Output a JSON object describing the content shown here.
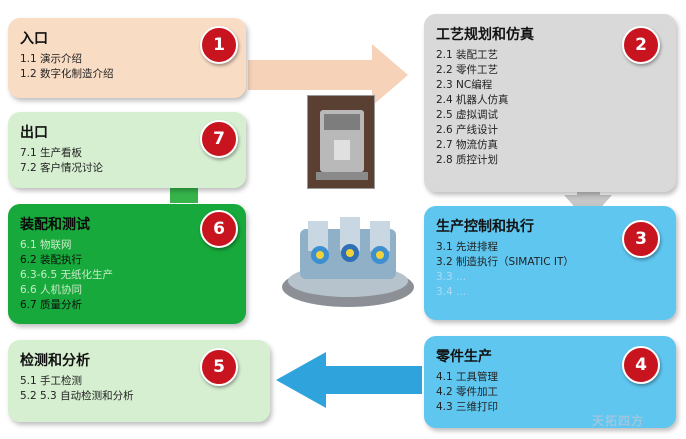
{
  "boxes": {
    "b1": {
      "badge": "1",
      "title": "入口",
      "items": [
        "1.1 演示介绍",
        "1.2 数字化制造介绍"
      ]
    },
    "b2": {
      "badge": "2",
      "title": "工艺规划和仿真",
      "items": [
        "2.1 装配工艺",
        "2.2 零件工艺",
        "2.3 NC编程",
        "2.4 机器人仿真",
        "2.5 虚拟调试",
        "2.6 产线设计",
        "2.7 物流仿真",
        "2.8 质控计划"
      ]
    },
    "b3": {
      "badge": "3",
      "title": "生产控制和执行",
      "items": [
        "3.1 先进排程",
        "3.2 制造执行（SIMATIC IT）"
      ],
      "faded_items": [
        "3.3 ...",
        "3.4 ..."
      ]
    },
    "b4": {
      "badge": "4",
      "title": "零件生产",
      "items": [
        "4.1 工具管理",
        "4.2 零件加工",
        "4.3 三维打印"
      ]
    },
    "b5": {
      "badge": "5",
      "title": "检测和分析",
      "items": [
        "5.1 手工检测",
        "5.2 5.3 自动检测和分析"
      ]
    },
    "b6": {
      "badge": "6",
      "title": "装配和测试",
      "items": [
        "6.1 物联网",
        "6.2 装配执行",
        "6.3-6.5 无纸化生产",
        "6.6 人机协同",
        "6.7 质量分析"
      ],
      "faded_indices": [
        0,
        2,
        3
      ]
    },
    "b7": {
      "badge": "7",
      "title": "出口",
      "items": [
        "7.1 生产看板",
        "7.2 客户情况讨论"
      ]
    }
  },
  "colors": {
    "peach": "#f9dcc4",
    "grey": "#d9d9d9",
    "blue": "#5fc6f0",
    "green_dark": "#17a93b",
    "green_light": "#d6efd1",
    "badge_red": "#c8141e",
    "arrow_peach": "#f6d2b8",
    "arrow_grey": "#c6c6c6",
    "arrow_green": "#36b44a",
    "arrow_blue": "#2ea3dc"
  },
  "watermark": "天拓四方"
}
